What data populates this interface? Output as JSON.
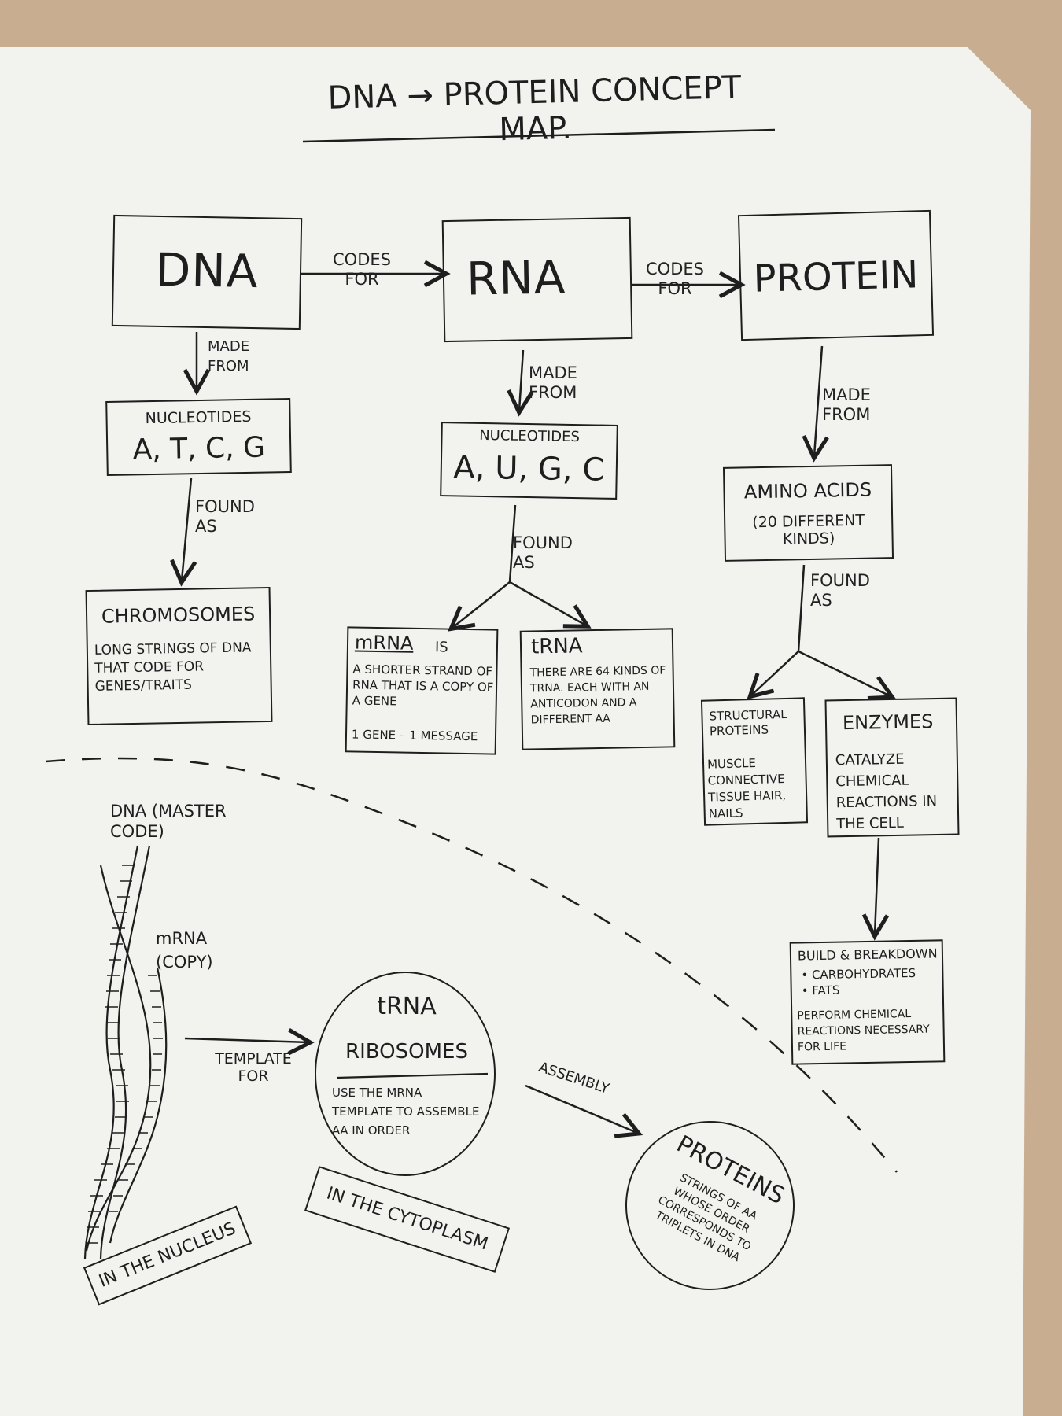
{
  "title": "DNA → PROTEIN CONCEPT MAP.",
  "boxes": {
    "dna": "DNA",
    "rna": "RNA",
    "protein": "PROTEIN",
    "dna_nucleotides_label": "NUCLEOTIDES",
    "dna_nucleotides_value": "A, T, C, G",
    "rna_nucleotides_label": "NUCLEOTIDES",
    "rna_nucleotides_value": "A, U, G, C",
    "amino_acids_label": "AMINO ACIDS",
    "amino_acids_value": "(20 DIFFERENT KINDS)",
    "chromosomes_title": "CHROMOSOMES",
    "chromosomes_body": "LONG STRINGS OF DNA THAT CODE FOR GENES/TRAITS",
    "mrna_title": "mRNA",
    "mrna_is": "IS",
    "mrna_body": "A SHORTER STRAND OF RNA THAT IS A COPY OF A GENE",
    "mrna_footer": "1 GENE – 1 MESSAGE",
    "trna_title": "tRNA",
    "trna_body": "THERE ARE 64 KINDS OF tRNA. EACH WITH AN ANTICODON AND A DIFFERENT αα",
    "structural_title": "STRUCTURAL PROTEINS",
    "structural_body": "MUSCLE CONNECTIVE TISSUE HAIR, NAILS",
    "enzymes_title": "ENZYMES",
    "enzymes_body": "CATALYZE CHEMICAL REACTIONS IN THE CELL",
    "build_title": "BUILD & BREAKDOWN",
    "build_items": "• CARBOHYDRATES • FATS",
    "build_body": "PERFORM CHEMICAL REACTIONS NECESSARY FOR LIFE"
  },
  "links": {
    "dna_rna": "CODES FOR",
    "rna_protein": "CODES FOR",
    "dna_made_from": "MADE FROM",
    "rna_made_from": "MADE FROM",
    "protein_made_from": "MADE FROM",
    "dna_found_as": "FOUND AS",
    "rna_found_as": "FOUND AS",
    "amino_found_as": "FOUND AS",
    "template_for": "TEMPLATE FOR",
    "assembly": "ASSEMBLY"
  },
  "lower": {
    "dna_master": "DNA (MASTER CODE)",
    "mrna_copy": "mRNA (COPY)",
    "ribo_title1": "tRNA",
    "ribo_title2": "RIBOSOMES",
    "ribo_body": "USE THE mRNA TEMPLATE TO ASSEMBLE αα IN ORDER",
    "proteins_title": "PROTEINS",
    "proteins_body": "STRINGS OF αα WHOSE ORDER CORRESPONDS TO TRIPLETS IN DNA",
    "nucleus": "IN THE NUCLEUS",
    "cytoplasm": "IN THE CYTOPLASM"
  },
  "colors": {
    "background": "#c9ad91",
    "paper": "#f2f2ef",
    "ink": "#1e1e1e"
  }
}
